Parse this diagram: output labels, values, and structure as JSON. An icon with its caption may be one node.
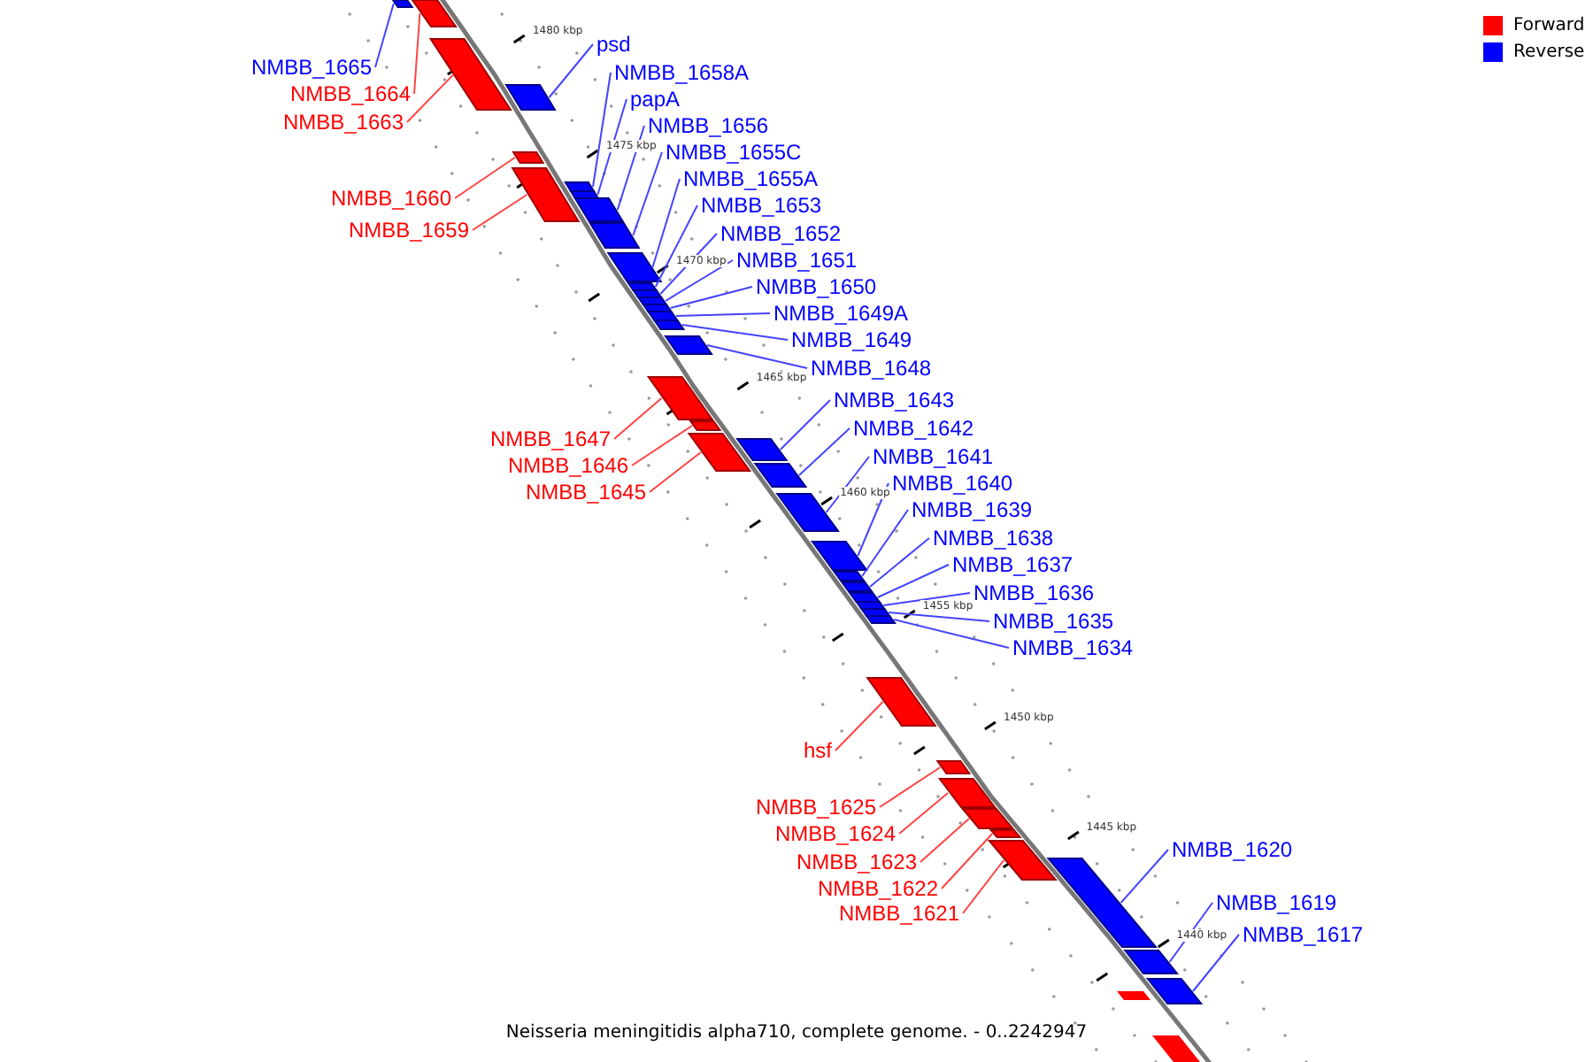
{
  "diagram": {
    "caption": "Neisseria meningitidis alpha710, complete genome. - 0..2242947",
    "nodes": [
      {
        "text": [
          "NMBB_1665"
        ]
      },
      {
        "text": [],
        "shape": "bar"
      },
      {
        "text": [
          "NMBB_1664"
        ]
      },
      {
        "text": [],
        "shape": "bar"
      },
      {
        "text": [
          "psd"
        ]
      },
      {
        "text": [],
        "shape": "bar"
      },
      {
        "text": [
          "NMBB_1658A"
        ]
      },
      {
        "text": [],
        "shape": "bar"
      },
      {
        "text": [
          "NMBB_1663"
        ]
      },
      {
        "text": [],
        "shape": "bar"
      },
      {
        "text": [
          "papA"
        ]
      },
      {
        "text": [],
        "shape": "bar"
      },
      {
        "text": [
          "NMBB_1656"
        ]
      },
      {
        "text": [],
        "shape": "bar"
      },
      {
        "text": [
          "NMBB_1655C"
        ]
      },
      {
        "text": [],
        "shape": "bar"
      },
      {
        "text": [
          "NMBB_1655A"
        ]
      },
      {
        "text": [],
        "shape": "bar"
      },
      {
        "text": [
          "NMBB_1660"
        ]
      },
      {
        "text": [],
        "shape": "bar"
      },
      {
        "text": [
          "NMBB_1653"
        ]
      },
      {
        "text": [],
        "shape": "bar"
      },
      {
        "text": [
          "NMBB_1659"
        ]
      },
      {
        "text": [],
        "shape": "bar"
      },
      {
        "text": [
          "NMBB_1652"
        ]
      },
      {
        "text": [],
        "shape": "bar"
      },
      {
        "text": [
          "NMBB_1651"
        ]
      },
      {
        "text": [],
        "shape": "bar"
      },
      {
        "text": [
          "NMBB_1650"
        ]
      },
      {
        "text": [],
        "shape": "bar"
      },
      {
        "text": [
          "NMBB_1649A"
        ]
      },
      {
        "text": [],
        "shape": "bar"
      },
      {
        "text": [
          "NMBB_1649"
        ]
      },
      {
        "text": [],
        "shape": "bar"
      },
      {
        "text": [
          "NMBB_1648"
        ]
      },
      {
        "text": [],
        "shape": "bar"
      },
      {
        "text": [
          "NMBB_1643"
        ]
      },
      {
        "text": [],
        "shape": "bar"
      },
      {
        "text": [
          "NMBB_1642"
        ]
      },
      {
        "text": [],
        "shape": "bar"
      },
      {
        "text": [
          "NMBB_1647"
        ]
      },
      {
        "text": [],
        "shape": "bar"
      },
      {
        "text": [
          "NMBB_1641"
        ]
      },
      {
        "text": [],
        "shape": "bar"
      },
      {
        "text": [
          "NMBB_1646"
        ]
      },
      {
        "text": [],
        "shape": "bar"
      },
      {
        "text": [
          "NMBB_1645"
        ]
      },
      {
        "text": [],
        "shape": "bar"
      },
      {
        "text": [
          "NMBB_1640"
        ]
      },
      {
        "text": [],
        "shape": "bar"
      },
      {
        "text": [
          "NMBB_1639"
        ]
      },
      {
        "text": [],
        "shape": "bar"
      },
      {
        "text": [
          "NMBB_1638"
        ]
      },
      {
        "text": [],
        "shape": "bar"
      },
      {
        "text": [
          "NMBB_1637"
        ]
      },
      {
        "text": [],
        "shape": "bar"
      },
      {
        "text": [
          "NMBB_1636"
        ]
      },
      {
        "text": [],
        "shape": "bar"
      },
      {
        "text": [
          "NMBB_1635"
        ]
      },
      {
        "text": [],
        "shape": "bar"
      },
      {
        "text": [
          "NMBB_1634"
        ]
      },
      {
        "text": [],
        "shape": "bar"
      },
      {
        "text": [
          "hsf"
        ]
      },
      {
        "text": [],
        "shape": "bar"
      },
      {
        "text": [
          "NMBB_1625"
        ]
      },
      {
        "text": [],
        "shape": "bar"
      },
      {
        "text": [
          "NMBB_1624"
        ]
      },
      {
        "text": [],
        "shape": "bar"
      },
      {
        "text": [
          "NMBB_1620"
        ]
      },
      {
        "text": [],
        "shape": "bar"
      },
      {
        "text": [
          "NMBB_1623"
        ]
      },
      {
        "text": [],
        "shape": "bar"
      },
      {
        "text": [
          "NMBB_1622"
        ]
      },
      {
        "text": [],
        "shape": "bar"
      },
      {
        "text": [
          "NMBB_1621"
        ]
      },
      {
        "text": [],
        "shape": "bar"
      },
      {
        "text": [
          "NMBB_1619"
        ]
      },
      {
        "text": [],
        "shape": "bar"
      },
      {
        "text": [
          "NMBB_1617"
        ]
      },
      {
        "text": [],
        "shape": "bar"
      }
    ],
    "edges": [
      {
        "from": 0,
        "to": 1,
        "arrow": "none"
      },
      {
        "from": 2,
        "to": 3,
        "arrow": "none",
        "color": "#ff4444"
      },
      {
        "from": 4,
        "to": 5,
        "arrow": "none"
      },
      {
        "from": 6,
        "to": 7,
        "arrow": "none"
      },
      {
        "from": 8,
        "to": 9,
        "arrow": "none",
        "color": "#ff4444"
      },
      {
        "from": 10,
        "to": 11,
        "arrow": "none"
      },
      {
        "from": 12,
        "to": 13,
        "arrow": "none"
      },
      {
        "from": 14,
        "to": 15,
        "arrow": "none"
      },
      {
        "from": 16,
        "to": 17,
        "arrow": "none"
      },
      {
        "from": 18,
        "to": 19,
        "arrow": "none",
        "color": "#ff4444"
      },
      {
        "from": 20,
        "to": 21,
        "arrow": "none"
      },
      {
        "from": 22,
        "to": 23,
        "arrow": "none",
        "color": "#ff4444"
      },
      {
        "from": 24,
        "to": 25,
        "arrow": "none"
      },
      {
        "from": 26,
        "to": 27,
        "arrow": "none"
      },
      {
        "from": 28,
        "to": 29,
        "arrow": "none"
      },
      {
        "from": 30,
        "to": 31,
        "arrow": "none"
      },
      {
        "from": 32,
        "to": 33,
        "arrow": "none"
      },
      {
        "from": 34,
        "to": 35,
        "arrow": "none"
      },
      {
        "from": 36,
        "to": 37,
        "arrow": "none"
      },
      {
        "from": 38,
        "to": 39,
        "arrow": "none"
      },
      {
        "from": 40,
        "to": 41,
        "arrow": "none",
        "color": "#ff4444"
      },
      {
        "from": 42,
        "to": 43,
        "arrow": "none"
      },
      {
        "from": 44,
        "to": 45,
        "arrow": "none",
        "color": "#ff4444"
      },
      {
        "from": 46,
        "to": 47,
        "arrow": "none",
        "color": "#ff4444"
      },
      {
        "from": 48,
        "to": 49,
        "arrow": "none"
      },
      {
        "from": 50,
        "to": 51,
        "arrow": "none"
      },
      {
        "from": 52,
        "to": 53,
        "arrow": "none"
      },
      {
        "from": 54,
        "to": 55,
        "arrow": "none"
      },
      {
        "from": 56,
        "to": 57,
        "arrow": "none"
      },
      {
        "from": 58,
        "to": 59,
        "arrow": "none"
      },
      {
        "from": 60,
        "to": 61,
        "arrow": "none"
      },
      {
        "from": 62,
        "to": 63,
        "arrow": "none",
        "color": "#ff4444"
      },
      {
        "from": 64,
        "to": 65,
        "arrow": "none",
        "color": "#ff4444"
      },
      {
        "from": 66,
        "to": 67,
        "arrow": "none",
        "color": "#ff4444"
      },
      {
        "from": 68,
        "to": 69,
        "arrow": "none"
      },
      {
        "from": 70,
        "to": 71,
        "arrow": "none",
        "color": "#ff4444"
      },
      {
        "from": 72,
        "to": 73,
        "arrow": "none",
        "color": "#ff4444"
      },
      {
        "from": 74,
        "to": 75,
        "arrow": "none",
        "color": "#ff4444"
      },
      {
        "from": 76,
        "to": 77,
        "arrow": "none"
      },
      {
        "from": 78,
        "to": 79,
        "arrow": "none"
      }
    ],
    "labels": [
      "1480 kbp",
      "1475 kbp",
      "1470 kbp",
      "1465 kbp",
      "1460 kbp",
      "1455 kbp",
      "1450 kbp",
      "1445 kbp",
      "1440 kbp"
    ],
    "legend": [
      {
        "text": "Forward",
        "color": "#ff0000"
      },
      {
        "text": "Reverse",
        "color": "#0000ff"
      }
    ]
  }
}
